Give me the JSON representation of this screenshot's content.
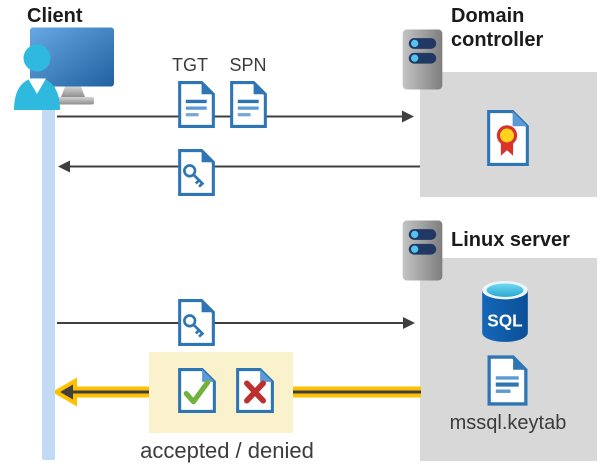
{
  "client": {
    "label": "Client"
  },
  "kerberos": {
    "tgt_label": "TGT",
    "spn_label": "SPN"
  },
  "domain_controller": {
    "label": "Domain controller"
  },
  "linux_server": {
    "label": "Linux server",
    "sql_badge": "SQL",
    "keytab_filename": "mssql.keytab"
  },
  "result": {
    "label": "accepted / denied"
  },
  "colors": {
    "doc_blue": "#2E75B6",
    "doc_fold_light": "#5B9BD5",
    "box_gray": "#D8D8D8",
    "timeline_blue": "#C1DBF4",
    "highlight_yellow": "#FAF2CC",
    "arrow_gray": "#3F3F3F",
    "arrow_yellow": "#FFC000",
    "check_green": "#6FB23E",
    "cross_red": "#BE3030",
    "person_cyan": "#2FB9DF"
  }
}
